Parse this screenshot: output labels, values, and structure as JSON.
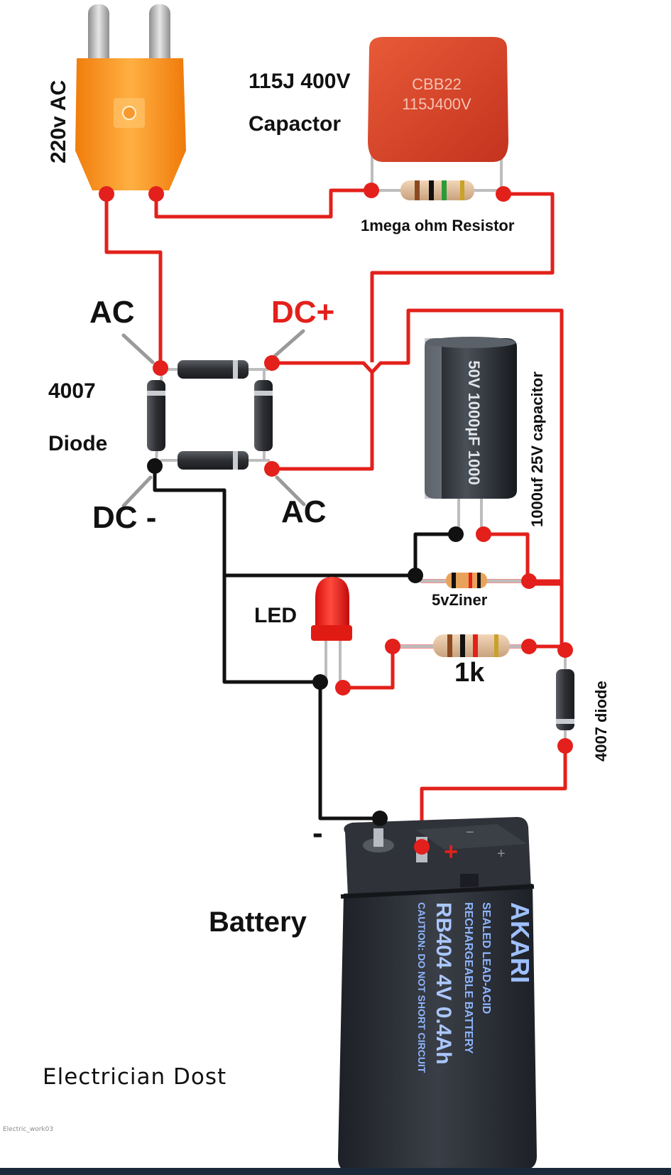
{
  "labels": {
    "ac_source": "220v AC",
    "cap_rating": "115J 400V",
    "cap_name": "Capactor",
    "cap_marking_1": "CBB22",
    "cap_marking_2": "115J400V",
    "resistor_1m": "1mega ohm Resistor",
    "ac_top": "AC",
    "dc_plus": "DC+",
    "diode_model": "4007",
    "diode_word": "Diode",
    "dc_minus": "DC -",
    "ac_bottom": "AC",
    "electrolytic_cap": "1000uf 25V capacitor",
    "ecap_marking": "50V 1000µF 1000",
    "zener": "5vZiner",
    "led": "LED",
    "resistor_1k": "1k",
    "diode_4007": "4007 diode",
    "battery_minus": "-",
    "battery": "Battery",
    "battery_brand": "AKARI",
    "battery_type": "SEALED LEAD-ACID",
    "battery_type2": "RECHARGEABLE BATTERY",
    "battery_model": "RB404 4V 0.4Ah",
    "battery_caution": "CAUTION: DO NOT SHORT CIRCUIT",
    "signature": "Electrician Dost",
    "watermark": "Electric_work03"
  },
  "colors": {
    "wire_positive": "#e3201b",
    "wire_negative": "#111111",
    "plug": "#f58a12",
    "film_capacitor": "#d8442a",
    "battery_body": "#2a2d33"
  }
}
